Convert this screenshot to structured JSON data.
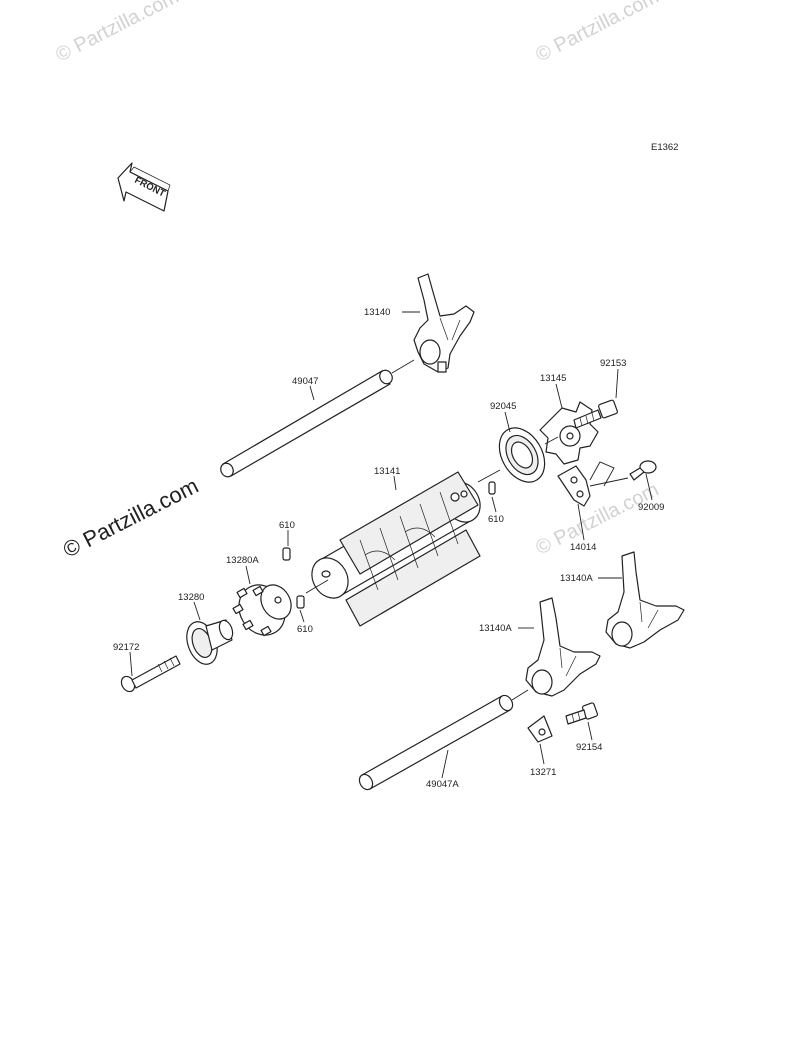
{
  "diagram_code": "E1362",
  "front_arrow": {
    "label": "FRONT",
    "icon": "front-direction-arrow-icon"
  },
  "watermarks": {
    "top_left": "© Partzilla.com",
    "top_right": "© Partzilla.com",
    "center_right": "© Partzilla.com",
    "main": "© Partzilla.com"
  },
  "labels": {
    "p13140": "13140",
    "p49047": "49047",
    "p13145": "13145",
    "p92153": "92153",
    "p92045": "92045",
    "p13141": "13141",
    "p610_top": "610",
    "p610_mid": "610",
    "p610_bot": "610",
    "p92009": "92009",
    "p14014": "14014",
    "p13280A": "13280A",
    "p13280": "13280",
    "p92172": "92172",
    "p13140A_right": "13140A",
    "p13140A_left": "13140A",
    "p92154": "92154",
    "p13271": "13271",
    "p49047A": "49047A"
  }
}
